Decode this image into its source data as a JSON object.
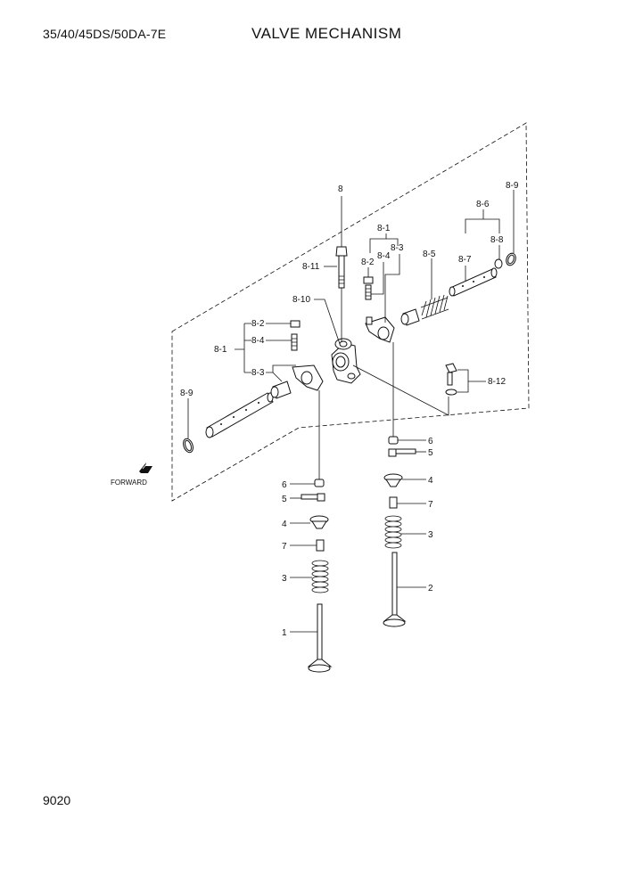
{
  "header": {
    "model": "35/40/45DS/50DA-7E",
    "title": "VALVE MECHANISM"
  },
  "page_number": "9020",
  "forward_label": "FORWARD",
  "callouts": {
    "c8": "8",
    "c8_9_right": "8-9",
    "c8_6": "8-6",
    "c8_8": "8-8",
    "c8_7": "8-7",
    "c8_5": "8-5",
    "c8_1_top": "8-1",
    "c8_3_top": "8-3",
    "c8_2_top": "8-2",
    "c8_4_top": "8-4",
    "c8_11": "8-11",
    "c8_10": "8-10",
    "c8_2_left": "8-2",
    "c8_4_left": "8-4",
    "c8_1_left": "8-1",
    "c8_3_left": "8-3",
    "c8_9_left": "8-9",
    "c8_12": "8-12",
    "r6": "6",
    "r5": "5",
    "r4": "4",
    "r7": "7",
    "r3": "3",
    "r2": "2",
    "l6": "6",
    "l5": "5",
    "l4": "4",
    "l7": "7",
    "l3": "3",
    "l1": "1"
  }
}
